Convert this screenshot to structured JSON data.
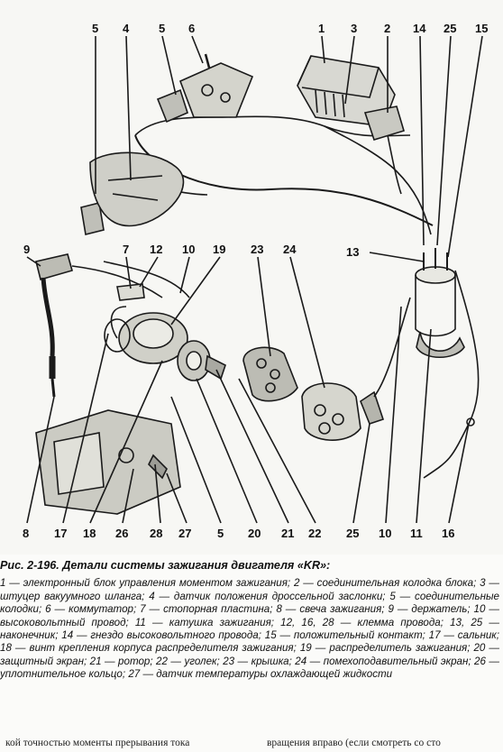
{
  "figure": {
    "callouts_top": [
      "5",
      "4",
      "5",
      "6",
      "1",
      "3",
      "2",
      "14",
      "25",
      "15"
    ],
    "callouts_mid": [
      "9",
      "7",
      "12",
      "10",
      "19",
      "23",
      "24",
      "13"
    ],
    "callouts_bottom": [
      "8",
      "17",
      "18",
      "26",
      "28",
      "27",
      "5",
      "20",
      "21",
      "22",
      "25",
      "10",
      "11",
      "16"
    ]
  },
  "caption": {
    "title": "Рис. 2-196. Детали системы зажигания двигателя «KR»:",
    "legend": "1 — электронный блок управления моментом зажигания; 2 — соединительная колодка блока; 3 — штуцер вакуумного шланга; 4 — датчик положения дроссельной заслонки; 5 — соединительные колодки; 6 — коммутатор; 7 — стопорная пластина; 8 — свеча зажигания; 9 — держатель; 10 — высоковольтный провод; 11 — катушка зажигания; 12, 16, 28 — клемма провода; 13, 25 — наконечник; 14 — гнездо высоковольтного провода; 15 — положительный контакт; 17 — сальник; 18 — винт крепления корпуса распределителя зажигания; 19 — распределитель зажигания; 20 — защитный экран; 21 — ротор; 22 — уголек; 23 — крышка; 24 — помехоподавительный экран; 26 — уплотнительное кольцо; 27 — датчик температуры охлаждающей жидкости"
  },
  "body_text": {
    "left": "кой точностью моменты прерывания тока",
    "right": "вращения вправо (если смотреть со сто"
  }
}
